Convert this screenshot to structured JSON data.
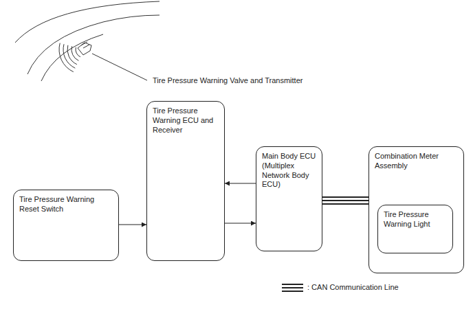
{
  "diagram": {
    "nodes": [
      {
        "text": [
          "Tire Pressure Warning Reset Switch"
        ]
      },
      {
        "text": [
          "Tire Pressure Warning ECU and Receiver"
        ]
      },
      {
        "text": [
          "Main Body ECU (Multiplex Network Body ECU)"
        ]
      },
      {
        "text": [
          "Combination Meter Assembly"
        ]
      },
      {
        "text": [
          "Tire Pressure Warning Light"
        ],
        "in": 3
      }
    ],
    "edges": [
      {
        "from": 0,
        "to": 1,
        "arrow": "to"
      },
      {
        "from": 2,
        "to": 1,
        "arrow": "to"
      },
      {
        "from": 1,
        "to": 2,
        "arrow": "to"
      },
      {
        "from": 2,
        "to": 3,
        "arrow": "none"
      }
    ],
    "labels": [
      "Tire Pressure Warning Valve and Transmitter"
    ],
    "legend": [
      {
        "text": ": CAN Communication Line"
      }
    ]
  }
}
